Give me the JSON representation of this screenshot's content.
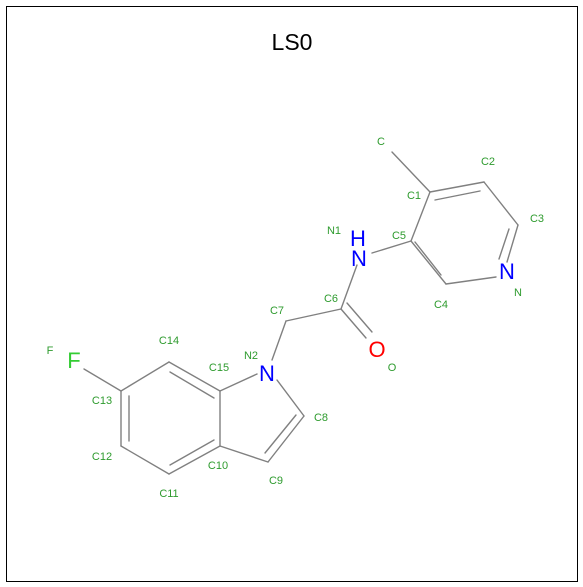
{
  "title": "LS0",
  "colors": {
    "bond": "#808080",
    "carbon_label": "#2e9b2e",
    "nitrogen": "#0000ff",
    "oxygen": "#ff0000",
    "fluorine": "#33cc33"
  },
  "atom_symbols": {
    "n_amide": "H\nN",
    "n_pyridine": "N",
    "n_indole": "N",
    "o_carbonyl": "O",
    "f": "F"
  },
  "atom_labels": {
    "c": "C",
    "c1": "C1",
    "c2": "C2",
    "c3": "C3",
    "n": "N",
    "c4": "C4",
    "c5": "C5",
    "n1": "N1",
    "c6": "C6",
    "o": "O",
    "c7": "C7",
    "n2": "N2",
    "c8": "C8",
    "c9": "C9",
    "c10": "C10",
    "c11": "C11",
    "c12": "C12",
    "c13": "C13",
    "f": "F",
    "c14": "C14",
    "c15": "C15"
  }
}
